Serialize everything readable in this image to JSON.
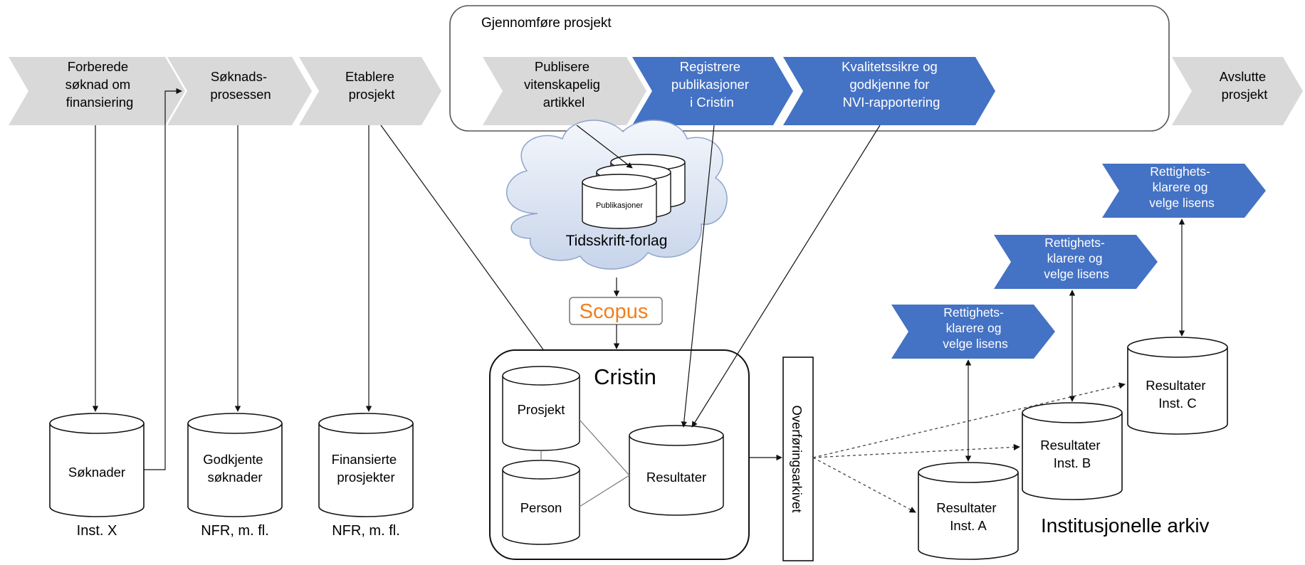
{
  "frame_title": "Gjennomføre prosjekt",
  "colors": {
    "gray_chevron": "#d9d9d9",
    "blue_chevron": "#4472c4",
    "outline": "#222222",
    "scopus": "#f07f1b"
  },
  "stages": [
    {
      "lines": [
        "Forberede",
        "søknad om",
        "finansiering"
      ]
    },
    {
      "lines": [
        "Søknads-",
        "prosessen"
      ]
    },
    {
      "lines": [
        "Etablere",
        "prosjekt"
      ]
    }
  ],
  "inner_stages": [
    {
      "lines": [
        "Publisere",
        "vitenskapelig",
        "artikkel"
      ]
    },
    {
      "lines": [
        "Registrere",
        "publikasjoner",
        "i Cristin"
      ]
    },
    {
      "lines": [
        "Kvalitetssikre og",
        "godkjenne for",
        "NVI-rapportering"
      ]
    }
  ],
  "end_stage": {
    "lines": [
      "Avslutte",
      "prosjekt"
    ]
  },
  "databases": [
    {
      "lines": [
        "Søknader"
      ],
      "caption": "Inst. X"
    },
    {
      "lines": [
        "Godkjente",
        "søknader"
      ],
      "caption": "NFR, m. fl."
    },
    {
      "lines": [
        "Finansierte",
        "prosjekter"
      ],
      "caption": "NFR, m. fl."
    }
  ],
  "cloud": {
    "db_label": "Publikasjoner",
    "label": "Tidsskrift-forlag"
  },
  "scopus": "Scopus",
  "cristin": {
    "title": "Cristin",
    "prosjekt": "Prosjekt",
    "person": "Person",
    "resultater": "Resultater"
  },
  "transfer_archive": "Overføringsarkivet",
  "rights_chevrons": [
    {
      "lines": [
        "Rettighets-",
        "klarere og",
        "velge lisens"
      ]
    },
    {
      "lines": [
        "Rettighets-",
        "klarere og",
        "velge lisens"
      ]
    },
    {
      "lines": [
        "Rettighets-",
        "klarere og",
        "velge lisens"
      ]
    }
  ],
  "institution_dbs": [
    {
      "lines": [
        "Resultater",
        "Inst. A"
      ]
    },
    {
      "lines": [
        "Resultater",
        "Inst. B"
      ]
    },
    {
      "lines": [
        "Resultater",
        "Inst. C"
      ]
    }
  ],
  "institutional_label": "Institusjonelle arkiv"
}
